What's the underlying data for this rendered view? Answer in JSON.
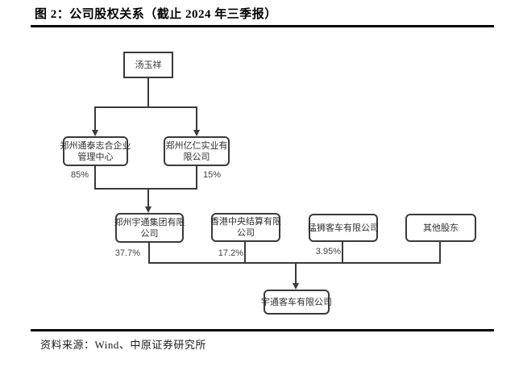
{
  "figure": {
    "title": "图 2：公司股权关系（截止 2024 年三季报）",
    "source": "资料来源：Wind、中原证券研究所"
  },
  "diagram": {
    "type": "org-equity-chart",
    "nodes": {
      "tang": {
        "label": "汤玉祥",
        "line1": "汤玉祥"
      },
      "tongtai": {
        "label": "郑州通泰志合企业管理中心",
        "line1": "郑州通泰志合企业",
        "line2": "管理中心",
        "pct": "85%"
      },
      "yiren": {
        "label": "郑州亿仁实业有限公司",
        "line1": "郑州亿仁实业有",
        "line2": "限公司",
        "pct": "15%"
      },
      "yutong_group": {
        "label": "郑州宇通集团有限公司",
        "line1": "郑州宇通集团有限",
        "line2": "公司",
        "pct": "37.7%"
      },
      "hkscc": {
        "label": "香港中央结算有限公司",
        "line1": "香港中央结算有限",
        "line2": "公司",
        "pct": "17.2%"
      },
      "mengshi": {
        "label": "猛狮客车有限公司",
        "line1": "猛狮客车有限公司",
        "pct": "3.95%"
      },
      "others": {
        "label": "其他股东",
        "line1": "其他股东"
      },
      "yutong_bus": {
        "label": "宇通客车有限公司",
        "line1": "宇通客车有限公司"
      }
    },
    "edges": [
      {
        "from": "汤玉祥",
        "to": "郑州通泰志合企业管理中心"
      },
      {
        "from": "汤玉祥",
        "to": "郑州亿仁实业有限公司"
      },
      {
        "from": "郑州通泰志合企业管理中心",
        "to": "郑州宇通集团有限公司",
        "pct": "85%"
      },
      {
        "from": "郑州亿仁实业有限公司",
        "to": "郑州宇通集团有限公司",
        "pct": "15%"
      },
      {
        "from": "郑州宇通集团有限公司",
        "to": "宇通客车有限公司",
        "pct": "37.7%"
      },
      {
        "from": "香港中央结算有限公司",
        "to": "宇通客车有限公司",
        "pct": "17.2%"
      },
      {
        "from": "猛狮客车有限公司",
        "to": "宇通客车有限公司",
        "pct": "3.95%"
      },
      {
        "from": "其他股东",
        "to": "宇通客车有限公司"
      }
    ]
  }
}
